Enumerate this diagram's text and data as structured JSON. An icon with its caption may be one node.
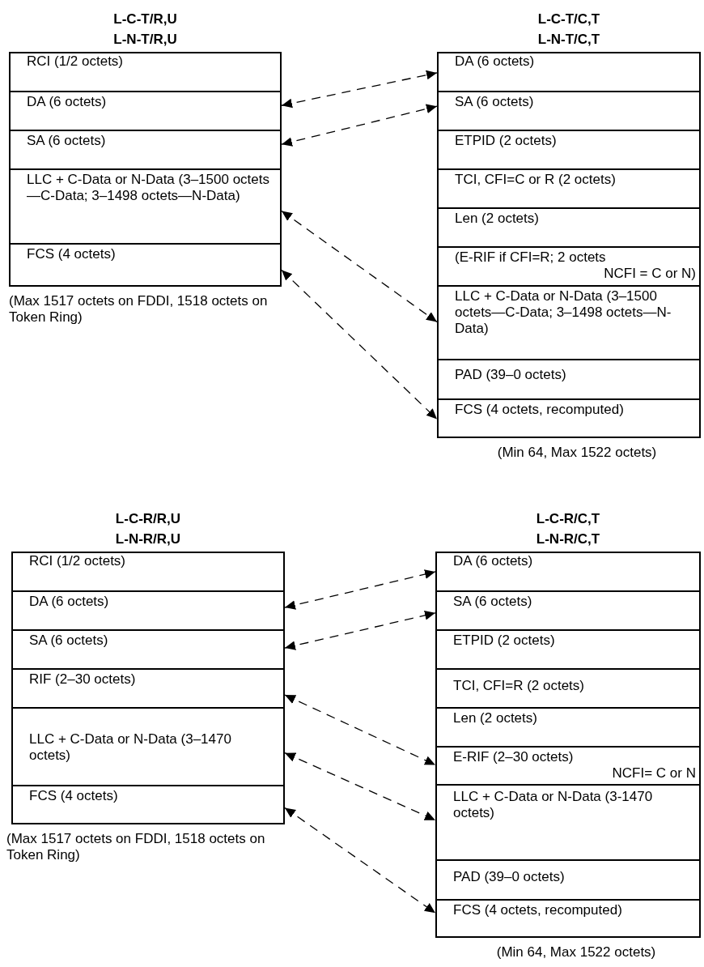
{
  "diagram": {
    "nodes": [
      {
        "text": [
          "L-C-T/R,U",
          "L-N-T/R,U"
        ],
        "beside": [
          "(Max 1517 octets on FDDI, 1518 octets on Token Ring)"
        ]
      },
      {
        "text": [
          "RCI (1/2 octets)"
        ],
        "in": 0
      },
      {
        "text": [
          "DA (6 octets)"
        ],
        "in": 0
      },
      {
        "text": [
          "SA (6 octets)"
        ],
        "in": 0
      },
      {
        "text": [
          "LLC + C-Data or N-Data (3–1500 octets—C-Data; 3–1498 octets—N-Data)"
        ],
        "in": 0
      },
      {
        "text": [
          "FCS (4 octets)"
        ],
        "in": 0
      },
      {
        "text": [
          "L-C-T/C,T",
          "L-N-T/C,T"
        ],
        "beside": [
          "(Min 64, Max 1522 octets)"
        ]
      },
      {
        "text": [
          "DA (6 octets)"
        ],
        "in": 6
      },
      {
        "text": [
          "SA (6 octets)"
        ],
        "in": 6
      },
      {
        "text": [
          "ETPID (2 octets)"
        ],
        "in": 6
      },
      {
        "text": [
          "TCI, CFI=C or R (2 octets)"
        ],
        "in": 6
      },
      {
        "text": [
          "Len (2 octets)"
        ],
        "in": 6
      },
      {
        "text": [
          "(E-RIF if CFI=R; 2 octets",
          "NCFI = C or N)"
        ],
        "in": 6
      },
      {
        "text": [
          "LLC + C-Data or N-Data (3–1500 octets—C-Data; 3–1498 octets—N-Data)"
        ],
        "in": 6
      },
      {
        "text": [
          "PAD (39–0 octets)"
        ],
        "in": 6
      },
      {
        "text": [
          "FCS (4 octets, recomputed)"
        ],
        "in": 6
      },
      {
        "text": [
          "L-C-R/R,U",
          "L-N-R/R,U"
        ],
        "beside": [
          "(Max 1517 octets on FDDI, 1518 octets on Token Ring)"
        ]
      },
      {
        "text": [
          "RCI (1/2 octets)"
        ],
        "in": 16
      },
      {
        "text": [
          "DA (6 octets)"
        ],
        "in": 16
      },
      {
        "text": [
          "SA (6 octets)"
        ],
        "in": 16
      },
      {
        "text": [
          "RIF (2–30 octets)"
        ],
        "in": 16
      },
      {
        "text": [
          "LLC + C-Data or N-Data (3–1470 octets)"
        ],
        "in": 16
      },
      {
        "text": [
          "FCS (4 octets)"
        ],
        "in": 16
      },
      {
        "text": [
          "L-C-R/C,T",
          "L-N-R/C,T"
        ],
        "beside": [
          "(Min 64, Max 1522 octets)"
        ]
      },
      {
        "text": [
          "DA (6 octets)"
        ],
        "in": 23
      },
      {
        "text": [
          "SA (6 octets)"
        ],
        "in": 23
      },
      {
        "text": [
          "ETPID (2 octets)"
        ],
        "in": 23
      },
      {
        "text": [
          "TCI, CFI=R (2 octets)"
        ],
        "in": 23
      },
      {
        "text": [
          "Len (2 octets)"
        ],
        "in": 23
      },
      {
        "text": [
          "E-RIF (2–30 octets)",
          "NCFI= C or N"
        ],
        "in": 23
      },
      {
        "text": [
          "LLC + C-Data or N-Data (3-1470 octets)"
        ],
        "in": 23
      },
      {
        "text": [
          "PAD (39–0 octets)"
        ],
        "in": 23
      },
      {
        "text": [
          "FCS (4 octets, recomputed)"
        ],
        "in": 23
      }
    ],
    "edges": [
      {
        "from": 2,
        "to": 7,
        "arrow": "both",
        "style": "dashed"
      },
      {
        "from": 3,
        "to": 8,
        "arrow": "both",
        "style": "dashed"
      },
      {
        "from": 4,
        "to": 13,
        "arrow": "both",
        "style": "dashed"
      },
      {
        "from": 5,
        "to": 15,
        "arrow": "both",
        "style": "dashed"
      },
      {
        "from": 18,
        "to": 24,
        "arrow": "both",
        "style": "dashed"
      },
      {
        "from": 19,
        "to": 25,
        "arrow": "both",
        "style": "dashed"
      },
      {
        "from": 20,
        "to": 29,
        "arrow": "both",
        "style": "dashed"
      },
      {
        "from": 21,
        "to": 30,
        "arrow": "both",
        "style": "dashed"
      },
      {
        "from": 22,
        "to": 32,
        "arrow": "both",
        "style": "dashed"
      }
    ]
  }
}
